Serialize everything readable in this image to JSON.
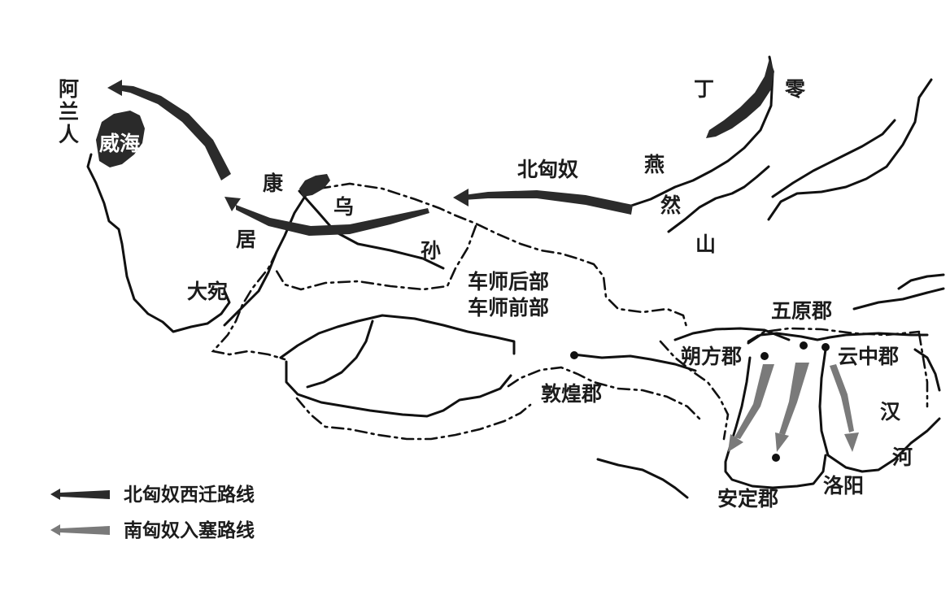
{
  "labels": {
    "alan_1": "阿",
    "alan_2": "兰",
    "alan_3": "人",
    "weihai": "威海",
    "kang": "康",
    "ju": "居",
    "wu": "乌",
    "sun": "孙",
    "dayuan": "大宛",
    "cheshi_hou": "车师后部",
    "cheshi_qian": "车师前部",
    "bei_xiongnu": "北匈奴",
    "ding": "丁",
    "ling": "零",
    "yan": "燕",
    "ran": "然",
    "shan": "山",
    "wuyuan": "五原郡",
    "shuofang": "朔方郡",
    "yunzhong": "云中郡",
    "dunhuang": "敦煌郡",
    "anding": "安定郡",
    "luoyang": "洛阳",
    "han": "汉",
    "he": "河"
  },
  "legend": {
    "north_route": "北匈奴西迁路线",
    "south_route": "南匈奴入塞路线"
  },
  "colors": {
    "north_route": "#2b2b2b",
    "south_route": "#7a7a7a",
    "line": "#111111",
    "lake": "#2a2a2a"
  }
}
